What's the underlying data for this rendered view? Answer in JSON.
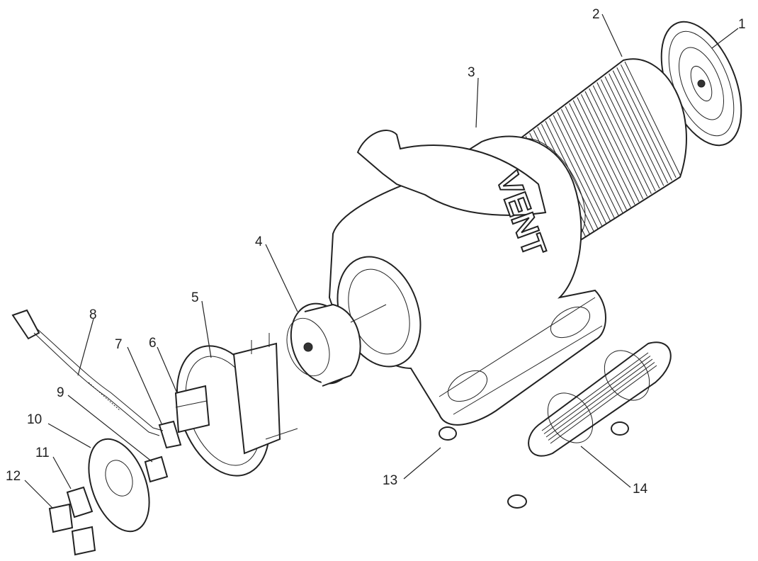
{
  "labels": [
    "1",
    "2",
    "3",
    "4",
    "5",
    "6",
    "7",
    "8",
    "9",
    "10",
    "11",
    "12",
    "13",
    "14"
  ],
  "logo_text": "VENT",
  "colors": {
    "line": "#222222",
    "background": "#ffffff"
  }
}
